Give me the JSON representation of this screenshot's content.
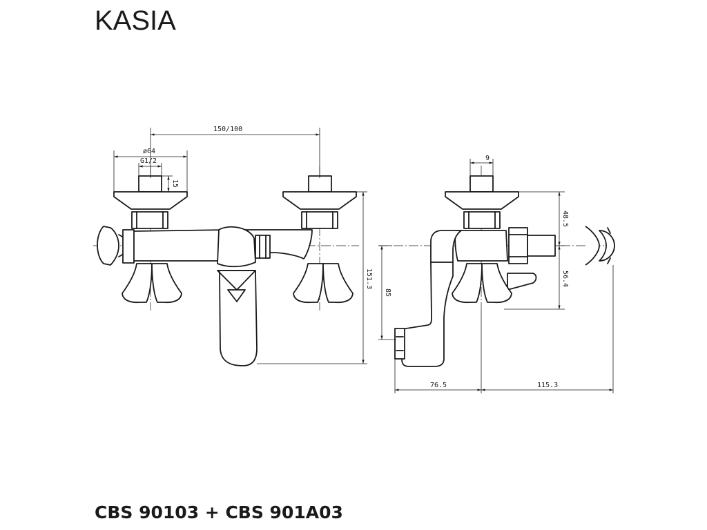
{
  "header": {
    "title": "KASIA"
  },
  "footer": {
    "product_codes": "CBS 90103 + CBS 901A03"
  },
  "dimensions": {
    "spacing": "150/100",
    "flange_diameter": "ø64",
    "thread": "G1/2",
    "thread_length": "15",
    "overall_height": "151.3",
    "spout_height": "85",
    "pin_width": "9",
    "upper_offset": "48.5",
    "lower_offset": "56.4",
    "spout_projection": "76.5",
    "holder_projection": "115.3"
  }
}
